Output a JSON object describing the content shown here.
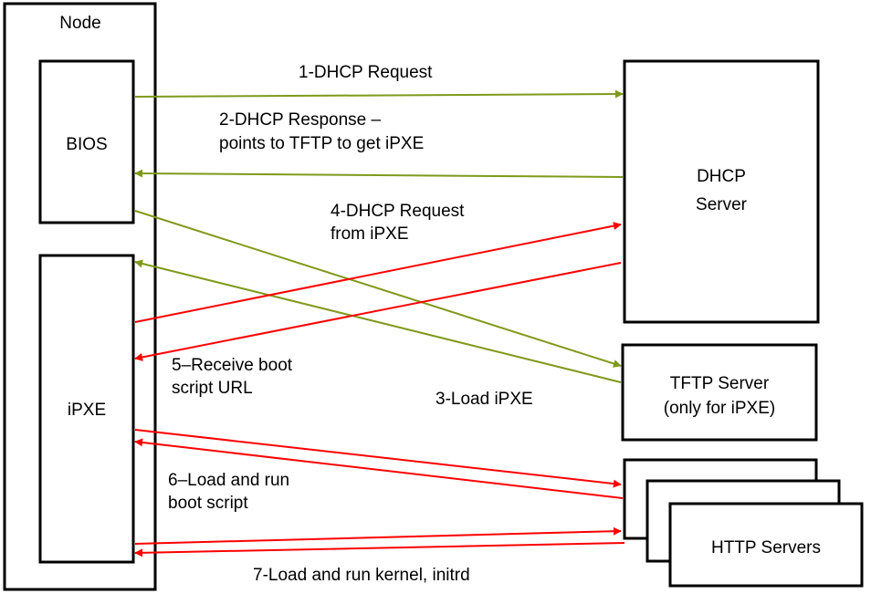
{
  "colors": {
    "green": "#7f9a1b",
    "red": "#ff0000",
    "black": "#000000"
  },
  "node": {
    "title": "Node"
  },
  "bios": {
    "label": "BIOS"
  },
  "ipxe": {
    "label": "iPXE"
  },
  "dhcp": {
    "line1": "DHCP",
    "line2": "Server"
  },
  "tftp": {
    "line1": "TFTP Server",
    "line2": "(only for iPXE)"
  },
  "http": {
    "label": "HTTP Servers"
  },
  "steps": {
    "s1": [
      "1-DHCP Request"
    ],
    "s2": [
      "2-DHCP Response –",
      "points to TFTP to get iPXE"
    ],
    "s3": [
      "3-Load iPXE"
    ],
    "s4": [
      "4-DHCP Request",
      "from iPXE"
    ],
    "s5": [
      "5–Receive boot",
      "script URL"
    ],
    "s6": [
      "6–Load and run",
      "boot script"
    ],
    "s7": [
      "7-Load and run kernel, initrd"
    ]
  }
}
